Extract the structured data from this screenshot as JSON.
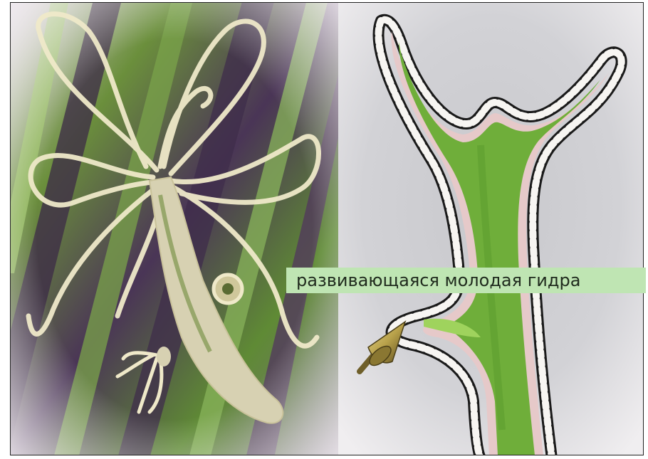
{
  "label": {
    "text": "развивающаяся молодая гидра"
  },
  "left_image": {
    "subject": "hydra-photo",
    "palette": {
      "background_green": "#6b8f3c",
      "background_purple": "#4a3556",
      "tentacle": "#efe9c9",
      "body": "#d7d1b2"
    }
  },
  "right_image": {
    "subject": "hydra-cross-section",
    "palette": {
      "background": "#d6d6da",
      "endoderm": "#6fae3a",
      "ectoderm": "#e6c9c9",
      "cell_outline": "#1a1a1a"
    }
  },
  "pointer": {
    "color": "#b8a14a"
  }
}
